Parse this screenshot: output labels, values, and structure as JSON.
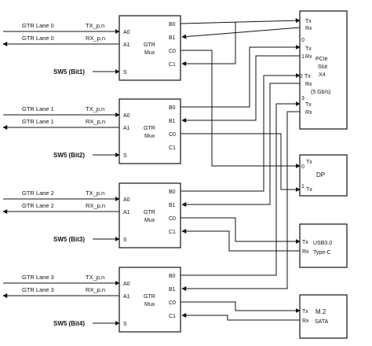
{
  "mux_blocks": [
    {
      "lane_tx": "GTR Lane 0",
      "lane_rx": "GTR Lane 0",
      "tx_sig": "TX_p,n",
      "rx_sig": "RX_p,n",
      "switch": "SW5 (Bit1)",
      "in_a0": "A0",
      "in_a1": "A1",
      "in_s": "S",
      "out_b0": "B0",
      "out_b1": "B1",
      "out_c0": "C0",
      "out_c1": "C1",
      "title_1": "GTR",
      "title_2": "Mux"
    },
    {
      "lane_tx": "GTR Lane 1",
      "lane_rx": "GTR Lane 1",
      "tx_sig": "TX_p,n",
      "rx_sig": "RX_p,n",
      "switch": "SW5 (Bit2)",
      "in_a0": "A0",
      "in_a1": "A1",
      "in_s": "S",
      "out_b0": "B0",
      "out_b1": "B1",
      "out_c0": "C0",
      "out_c1": "C1",
      "title_1": "GTR",
      "title_2": "Mux"
    },
    {
      "lane_tx": "GTR Lane 2",
      "lane_rx": "GTR Lane 2",
      "tx_sig": "TX_p,n",
      "rx_sig": "RX_p,n",
      "switch": "SW5 (Bit3)",
      "in_a0": "A0",
      "in_a1": "A1",
      "in_s": "S",
      "out_b0": "B0",
      "out_b1": "B1",
      "out_c0": "C0",
      "out_c1": "C1",
      "title_1": "GTR",
      "title_2": "Mux"
    },
    {
      "lane_tx": "GTR Lane 3",
      "lane_rx": "GTR Lane 3",
      "tx_sig": "TX_p,n",
      "rx_sig": "RX_p,n",
      "switch": "SW5 (Bit4)",
      "in_a0": "A0",
      "in_a1": "A1",
      "in_s": "S",
      "out_b0": "B0",
      "out_b1": "B1",
      "out_c0": "C0",
      "out_c1": "C1",
      "title_1": "GTR",
      "title_2": "Mux"
    }
  ],
  "pcie": {
    "title_1": "PCIe",
    "title_2": "Slot",
    "title_3": "X4",
    "speed": "(5 Gb/s)",
    "lane_nums": [
      "0",
      "1",
      "2",
      "3"
    ],
    "tx": "Tx",
    "rx": "Rx"
  },
  "dp": {
    "title": "DP",
    "tx": "Tx",
    "idx_0": "0",
    "idx_1": "1"
  },
  "usb": {
    "title_1": "USB3.0",
    "title_2": "Type-C",
    "tx": "Tx",
    "rx": "Rx"
  },
  "m2": {
    "title_1": "M.2",
    "title_2": "SATA",
    "tx": "Tx",
    "rx": "Rx"
  }
}
